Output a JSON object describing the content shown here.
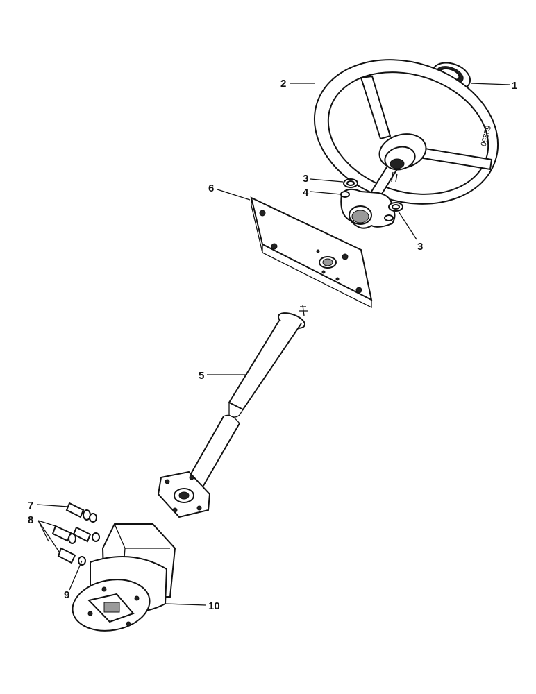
{
  "drawing_number": "62350",
  "callouts": {
    "c1": "1",
    "c2": "2",
    "c3a": "3",
    "c3b": "3",
    "c4": "4",
    "c5": "5",
    "c6": "6",
    "c7": "7",
    "c8": "8",
    "c9": "9",
    "c10": "10"
  }
}
